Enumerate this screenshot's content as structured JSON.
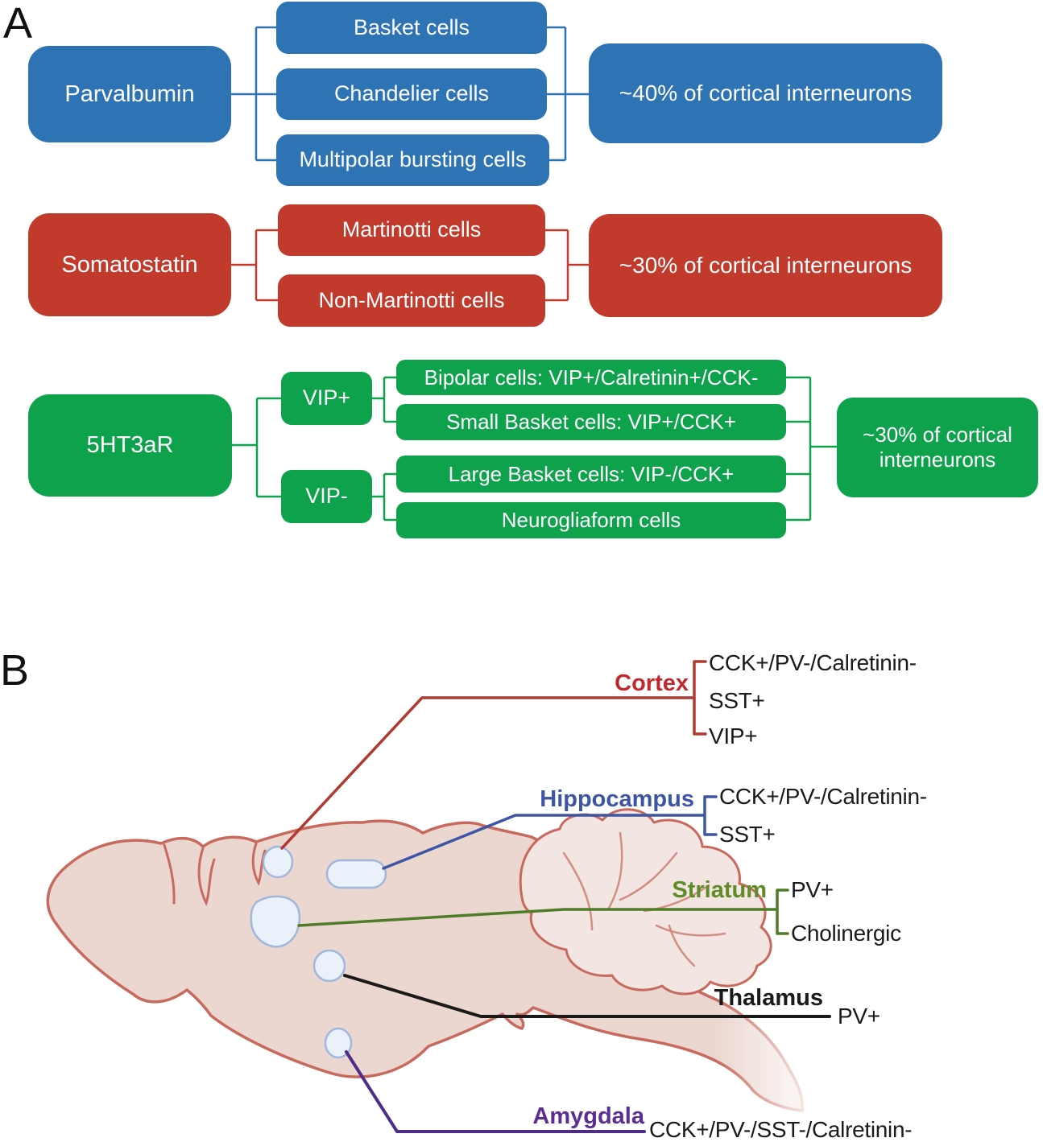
{
  "figure": {
    "panel_a": {
      "label": "A",
      "parvalbumin": {
        "color": "#2E74B5",
        "root": "Parvalbumin",
        "children": [
          "Basket cells",
          "Chandelier cells",
          "Multipolar bursting cells"
        ],
        "result": "~40% of cortical interneurons"
      },
      "somatostatin": {
        "color": "#C13A2B",
        "root": "Somatostatin",
        "children": [
          "Martinotti cells",
          "Non-Martinotti cells"
        ],
        "result": "~30% of cortical interneurons"
      },
      "serotonin": {
        "color": "#0FA24C",
        "root": "5HT3aR",
        "vip_pos": {
          "label": "VIP+",
          "children": [
            "Bipolar cells: VIP+/Calretinin+/CCK-",
            "Small Basket cells: VIP+/CCK+"
          ]
        },
        "vip_neg": {
          "label": "VIP-",
          "children": [
            "Large Basket cells: VIP-/CCK+",
            "Neurogliaform cells"
          ]
        },
        "result": "~30% of cortical interneurons"
      }
    },
    "panel_b": {
      "label": "B",
      "brain_fill": "#EBD7D0",
      "brain_outline": "#C8695D",
      "marker_fill": "#EAF1FB",
      "marker_outline": "#9FB7DC",
      "regions": [
        {
          "name": "Cortex",
          "color": "#C0282D",
          "cell_types": [
            "CCK+/PV-/Calretinin-",
            "SST+",
            "VIP+"
          ]
        },
        {
          "name": "Hippocampus",
          "color": "#3D55A4",
          "cell_types": [
            "CCK+/PV-/Calretinin-",
            "SST+"
          ]
        },
        {
          "name": "Striatum",
          "color": "#5E8C28",
          "cell_types": [
            "PV+",
            "Cholinergic"
          ]
        },
        {
          "name": "Thalamus",
          "color": "#1A1A1A",
          "cell_types": [
            "PV+"
          ]
        },
        {
          "name": "Amygdala",
          "color": "#5C2E91",
          "cell_types": [
            "CCK+/PV-/SST-/Calretinin-"
          ]
        }
      ]
    }
  }
}
